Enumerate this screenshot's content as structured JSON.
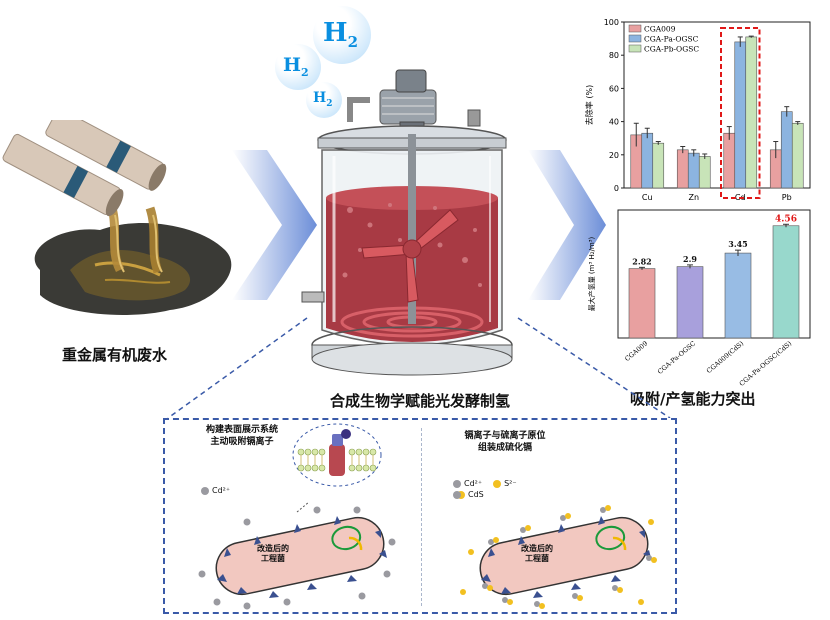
{
  "labels": {
    "wastewater": "重金属有机废水",
    "fermentation": "合成生物学赋能光发酵制氢",
    "capacity": "吸附/产氢能力突出"
  },
  "h2_bubbles": [
    {
      "main": "H",
      "sub": "2"
    },
    {
      "main": "H",
      "sub": "2"
    },
    {
      "main": "H",
      "sub": "2"
    }
  ],
  "bottom": {
    "left_title_1": "构建表面展示系统",
    "left_title_2": "主动吸附镉离子",
    "left_legend": "Cd²⁺",
    "left_cell": [
      "改造后的",
      "工程菌"
    ],
    "right_title_1": "镉离子与硫离子原位",
    "right_title_2": "组装成硫化镉",
    "right_legend_cd": "Cd²⁺",
    "right_legend_s": "S²⁻",
    "right_legend_cds": "CdS",
    "right_cell": [
      "改造后的",
      "工程菌"
    ]
  },
  "colors": {
    "cga009": "#E8A0A0",
    "pa_ogsc": "#8CB4E0",
    "pb_ogsc": "#C8E4B8",
    "bar2_1": "#E8A0A0",
    "bar2_2": "#A8A0DC",
    "bar2_3": "#98BCE4",
    "bar2_4": "#98D8CC",
    "highlight": "#E01818",
    "liquid": "#A83A44",
    "arrow": "#6C8ED8"
  },
  "chart_data": [
    {
      "type": "bar",
      "categories": [
        "Cu",
        "Zn",
        "Cd",
        "Pb"
      ],
      "ylabel": "去除率 (%)",
      "ylim": [
        0,
        100
      ],
      "yticks": [
        0,
        20,
        40,
        60,
        80,
        100
      ],
      "legend_position": "top-left",
      "highlight_category": "Cd",
      "series": [
        {
          "name": "CGA009",
          "values": [
            32,
            23,
            33,
            23
          ],
          "errors": [
            7,
            2,
            4,
            5
          ]
        },
        {
          "name": "CGA-Pa-OGSC",
          "values": [
            33,
            21,
            88,
            46
          ],
          "errors": [
            3,
            2,
            3,
            3
          ]
        },
        {
          "name": "CGA-Pb-OGSC",
          "values": [
            27,
            19,
            91,
            39
          ],
          "errors": [
            1,
            1.5,
            0.5,
            1
          ]
        }
      ]
    },
    {
      "type": "bar",
      "categories": [
        "CGA009",
        "CGA-Pa-OGSC",
        "CGA009(CdS)",
        "CGA-Pa-OGSC(CdS)"
      ],
      "values": [
        2.82,
        2.9,
        3.45,
        4.56
      ],
      "value_labels": [
        "2.82",
        "2.9",
        "3.45",
        "4.56"
      ],
      "errors": [
        0.05,
        0.07,
        0.12,
        0.06
      ],
      "ylabel": "最大产氢量 (m³ H₂/m³)",
      "ylim": [
        0,
        5.2
      ],
      "highlight_label_index": 3
    }
  ]
}
